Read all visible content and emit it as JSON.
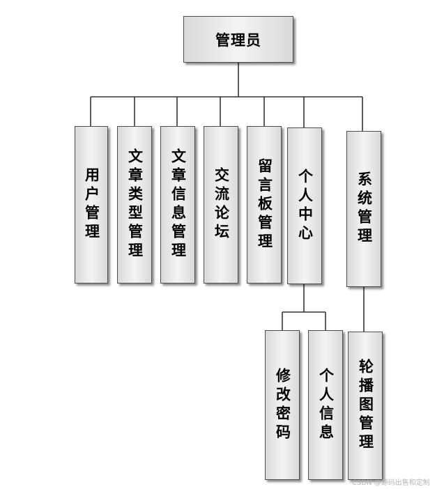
{
  "root": {
    "label": "管理员"
  },
  "modules": [
    {
      "label": "用户管理"
    },
    {
      "label": "文章类型管理"
    },
    {
      "label": "文章信息管理"
    },
    {
      "label": "交流论坛"
    },
    {
      "label": "留言板管理"
    },
    {
      "label": "个人中心"
    },
    {
      "label": "系统管理"
    }
  ],
  "sub_personal": [
    {
      "label": "修改密码"
    },
    {
      "label": "个人信息"
    }
  ],
  "sub_system": [
    {
      "label": "轮播图管理"
    }
  ],
  "watermark": "CSDN @源码出售和定制"
}
